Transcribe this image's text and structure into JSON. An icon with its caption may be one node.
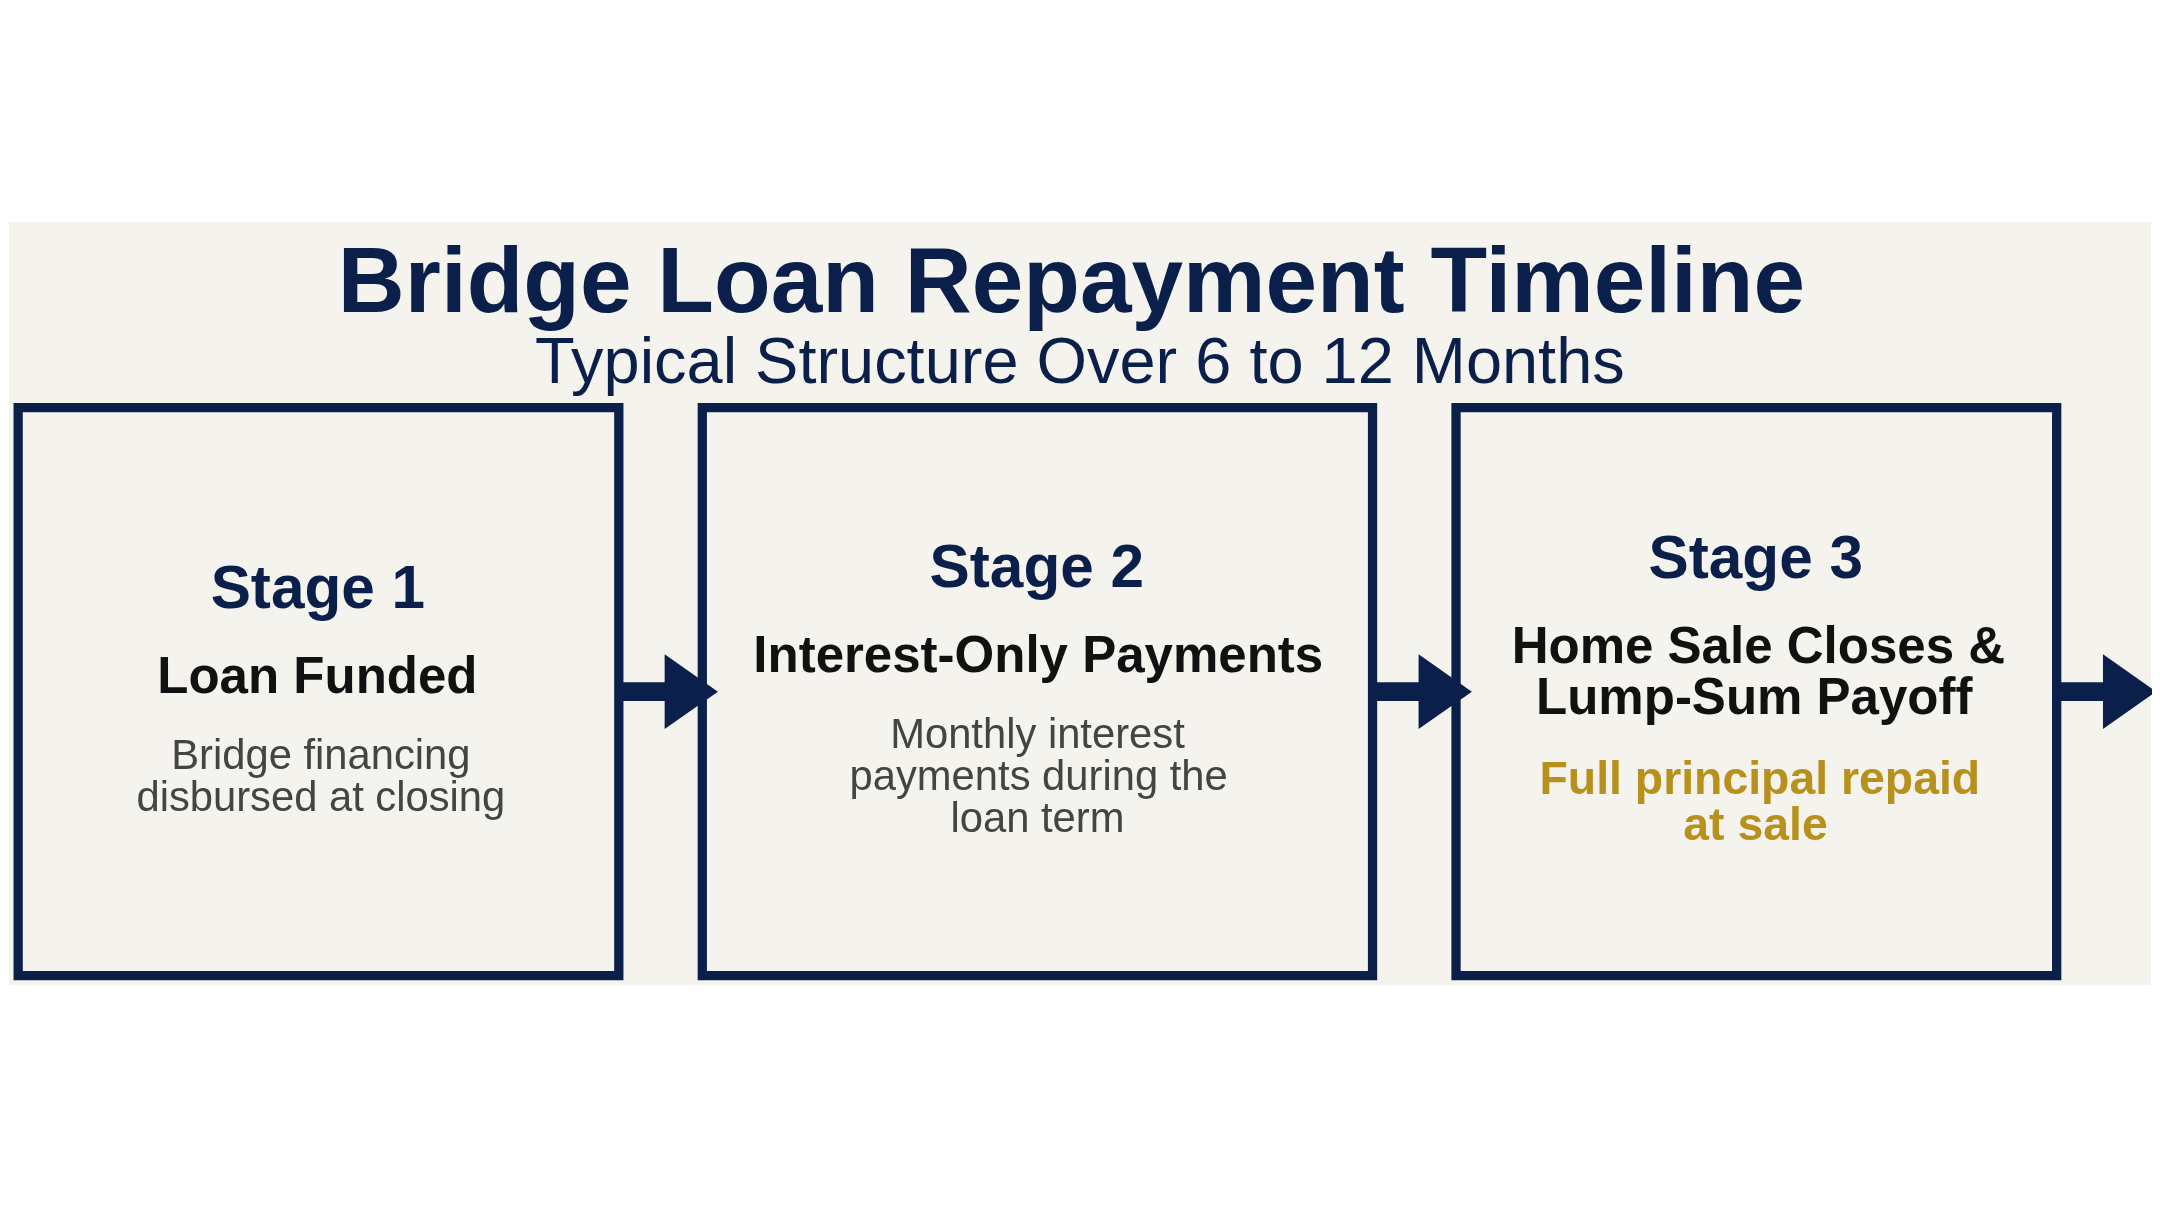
{
  "diagram": {
    "title": "Bridge Loan Repayment Timeline",
    "caption": "Typical Structure Over 6 to 12 Months",
    "nodes": [
      {
        "text": [
          "Stage 1",
          "Loan Funded",
          "Bridge financing disbursed at closing"
        ]
      },
      {
        "text": [
          "Stage 2",
          "Interest-Only Payments",
          "Monthly interest payments during the loan term"
        ]
      },
      {
        "text": [
          "Stage 3",
          "Home Sale Closes & Lump-Sum Payoff",
          "Full principal repaid at sale"
        ]
      }
    ],
    "edges": [
      {
        "from": 0,
        "to": 1,
        "arrow": "to"
      },
      {
        "from": 1,
        "to": 2,
        "arrow": "to"
      },
      {
        "from": 2,
        "to": null,
        "arrow": "to"
      }
    ]
  }
}
